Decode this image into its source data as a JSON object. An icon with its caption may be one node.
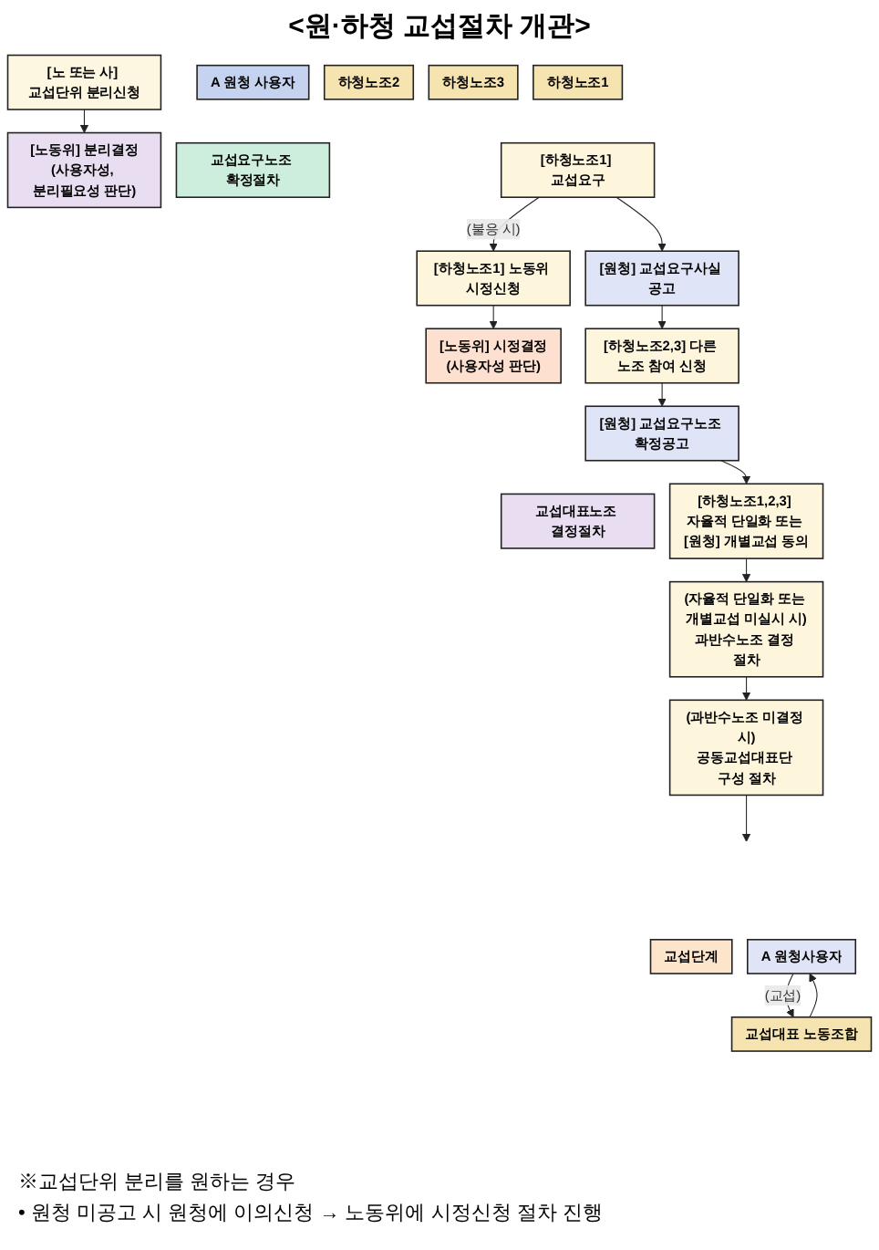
{
  "diagram": {
    "title": "<원·하청 교섭절차 개관>",
    "nodes": [
      {
        "text": [
          "A 원청 사용자"
        ]
      },
      {
        "text": [
          "하청노조1"
        ]
      },
      {
        "text": [
          "하청노조2"
        ]
      },
      {
        "text": [
          "하청노조3"
        ]
      },
      {
        "text": [
          "[노 또는 사] 교섭단위 분리신청"
        ]
      },
      {
        "text": [
          "[노동위] 분리결정",
          "(사용자성, 분리필요성 판단)"
        ]
      },
      {
        "text": [
          "교섭요구노조 확정절차"
        ]
      },
      {
        "text": [
          "[하청노조1] 교섭요구"
        ]
      },
      {
        "text": [
          "[하청노조1] 노동위 시정신청"
        ]
      },
      {
        "text": [
          "[노동위] 시정결정",
          "(사용자성 판단)"
        ]
      },
      {
        "text": [
          "[원청] 교섭요구사실 공고"
        ]
      },
      {
        "text": [
          "[하청노조2,3] 다른 노조 참여 신청"
        ]
      },
      {
        "text": [
          "[원청] 교섭요구노조 확정공고"
        ]
      },
      {
        "text": [
          "교섭대표노조 결정절차"
        ]
      },
      {
        "text": [
          "[하청노조1,2,3] 자율적 단일화 또는 [원청] 개별교섭 동의"
        ]
      },
      {
        "text": [
          "(자율적 단일화 또는 개별교섭 미실시 시)",
          "과반수노조 결정 절차"
        ]
      },
      {
        "text": [
          "(과반수노조 미결정 시)",
          "공동교섭대표단 구성 절차"
        ]
      },
      {
        "text": [
          "교섭단계"
        ]
      },
      {
        "text": [
          "A 원청사용자"
        ]
      },
      {
        "text": [
          "교섭대표 노동조합"
        ]
      }
    ],
    "edges": [
      {
        "from": 4,
        "to": 5,
        "arrow": "to"
      },
      {
        "from": 7,
        "to": 8,
        "arrow": "to",
        "label": "(불응 시)"
      },
      {
        "from": 8,
        "to": 9,
        "arrow": "to"
      },
      {
        "from": 7,
        "to": 10,
        "arrow": "to"
      },
      {
        "from": 10,
        "to": 11,
        "arrow": "to"
      },
      {
        "from": 11,
        "to": 12,
        "arrow": "to"
      },
      {
        "from": 12,
        "to": 14,
        "arrow": "to"
      },
      {
        "from": 14,
        "to": 15,
        "arrow": "to"
      },
      {
        "from": 15,
        "to": 16,
        "arrow": "to"
      },
      {
        "from": 16,
        "to": null,
        "arrow": "to"
      },
      {
        "from": 18,
        "to": 19,
        "arrow": "to",
        "label": "(교섭)"
      },
      {
        "from": 19,
        "to": 18,
        "arrow": "to"
      }
    ],
    "labels": [
      "※교섭단위 분리를 원하는 경우",
      "• 원청 미공고 시 원청에 이의신청 → 노동위에 시정신청 절차 진행"
    ]
  }
}
